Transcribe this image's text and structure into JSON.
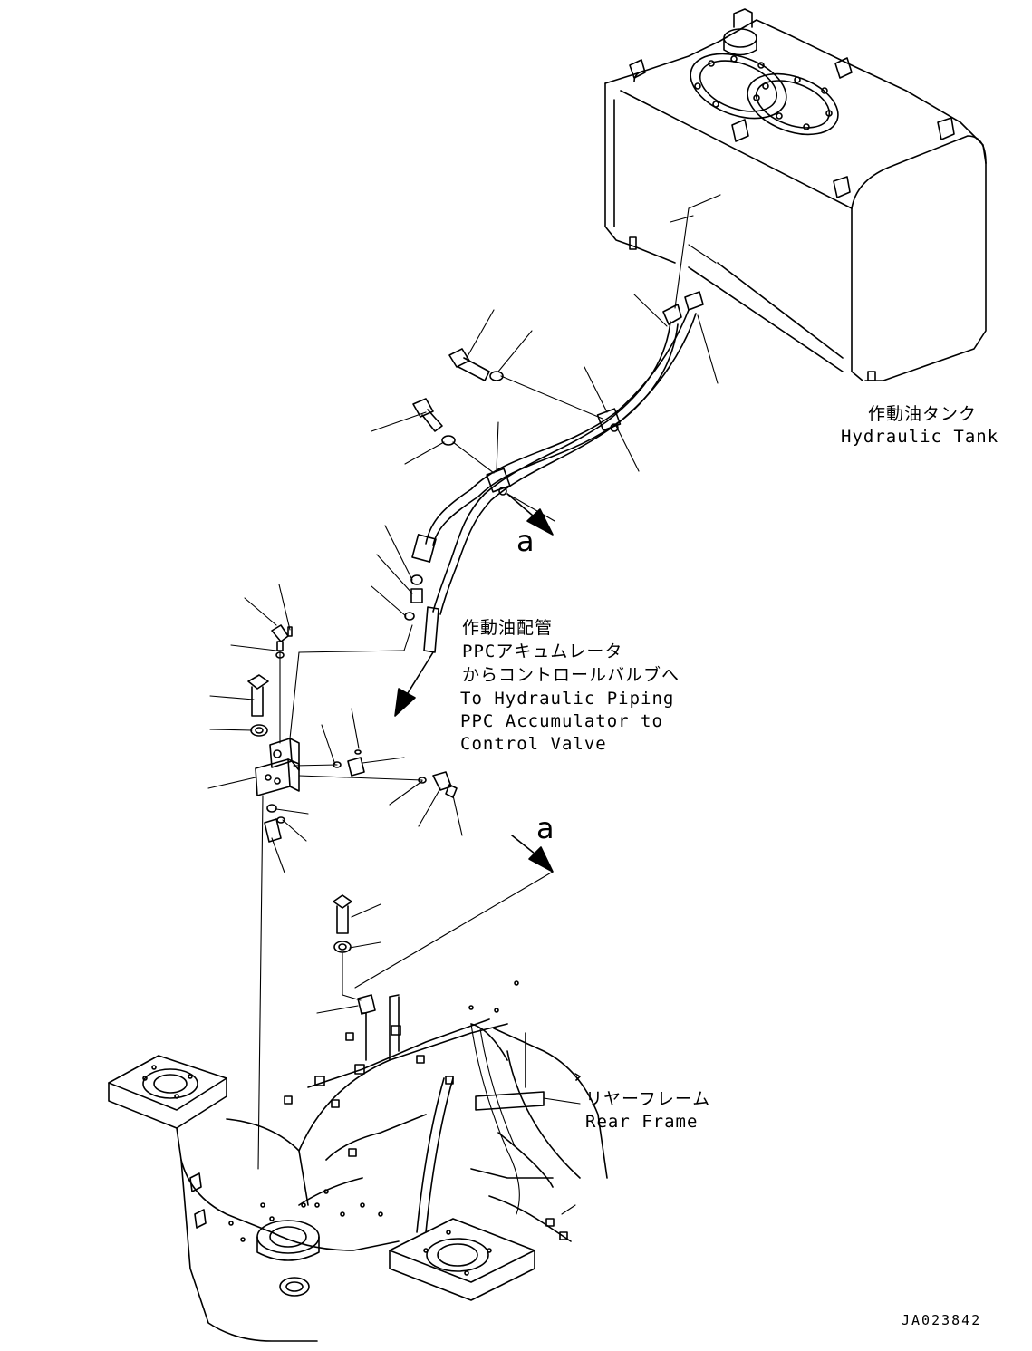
{
  "labels": {
    "tank_ja": "作動油タンク",
    "tank_en": "Hydraulic Tank",
    "piping_ja_1": "作動油配管",
    "piping_ja_2": "PPCアキュムレータ",
    "piping_ja_3": "からコントロールバルブへ",
    "piping_en_1": "To Hydraulic Piping",
    "piping_en_2": "PPC Accumulator to",
    "piping_en_3": "Control Valve",
    "frame_ja": "リヤーフレーム",
    "frame_en": "Rear Frame",
    "callout_upper": "a",
    "callout_lower": "a",
    "drawing_id": "JA023842"
  }
}
